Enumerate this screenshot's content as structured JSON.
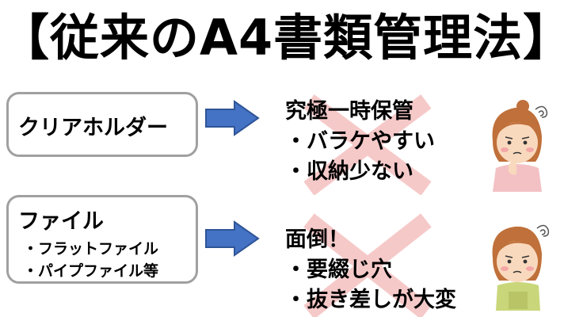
{
  "title": "【従来のA4書類管理法】",
  "methods": [
    {
      "label": "クリアホルダー",
      "sub_items": [],
      "result_lines": [
        "究極一時保管",
        "・バラケやすい",
        "・収納少ない"
      ]
    },
    {
      "label": "ファイル",
      "sub_items": [
        "・フラットファイル",
        "・パイプファイル等"
      ],
      "result_lines": [
        "面倒！",
        "・要綴じ穴",
        "・抜き差しが大変"
      ]
    }
  ],
  "colors": {
    "arrow": "#4472c4",
    "arrow_border": "#2f5597",
    "cross": "#f6c9c9",
    "box_border": "#a0a0a0"
  },
  "icons": [
    "right-arrow-icon",
    "cross-mark-icon",
    "worried-woman-icon"
  ]
}
